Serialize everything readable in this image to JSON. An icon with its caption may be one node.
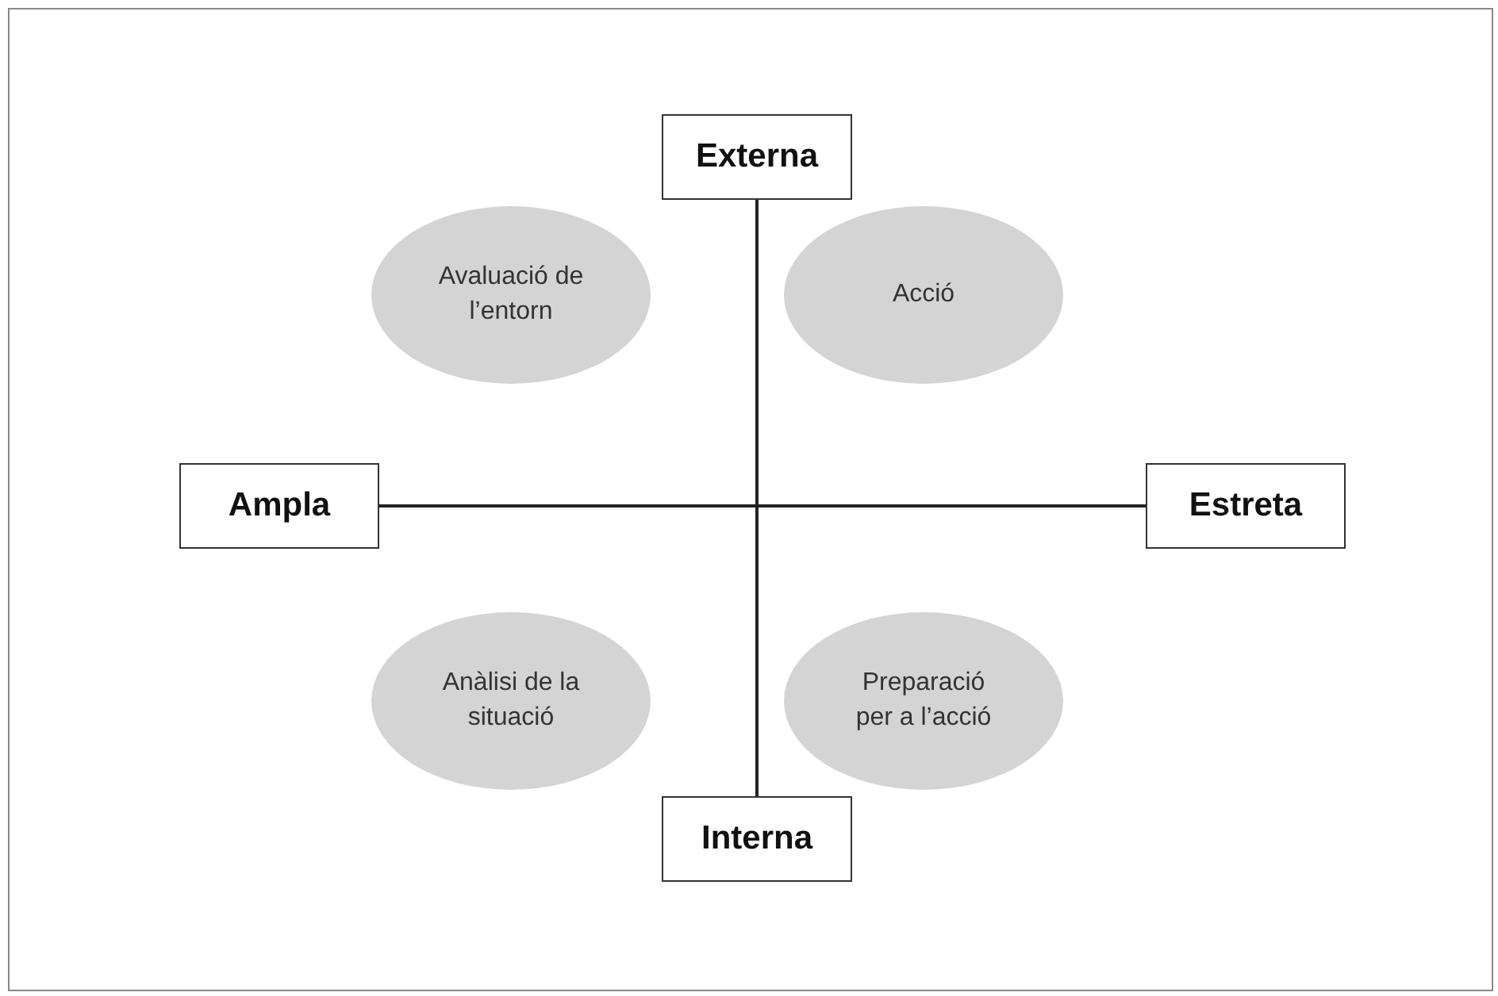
{
  "diagram": {
    "nodes": [
      {
        "text": [
          "Externa"
        ]
      },
      {
        "text": [
          "Avaluació de l’entorn"
        ]
      },
      {
        "text": [
          "Acció"
        ]
      },
      {
        "text": [
          "Ampla"
        ]
      },
      {
        "text": [
          "Estreta"
        ]
      },
      {
        "text": [
          "Anàlisi de la situació"
        ]
      },
      {
        "text": [
          "Preparació per a l’acció"
        ]
      },
      {
        "text": [
          "Interna"
        ]
      }
    ],
    "edges": [
      {
        "from": 0,
        "to": 7,
        "arrow": "none"
      },
      {
        "from": 3,
        "to": 4,
        "arrow": "none"
      }
    ]
  }
}
